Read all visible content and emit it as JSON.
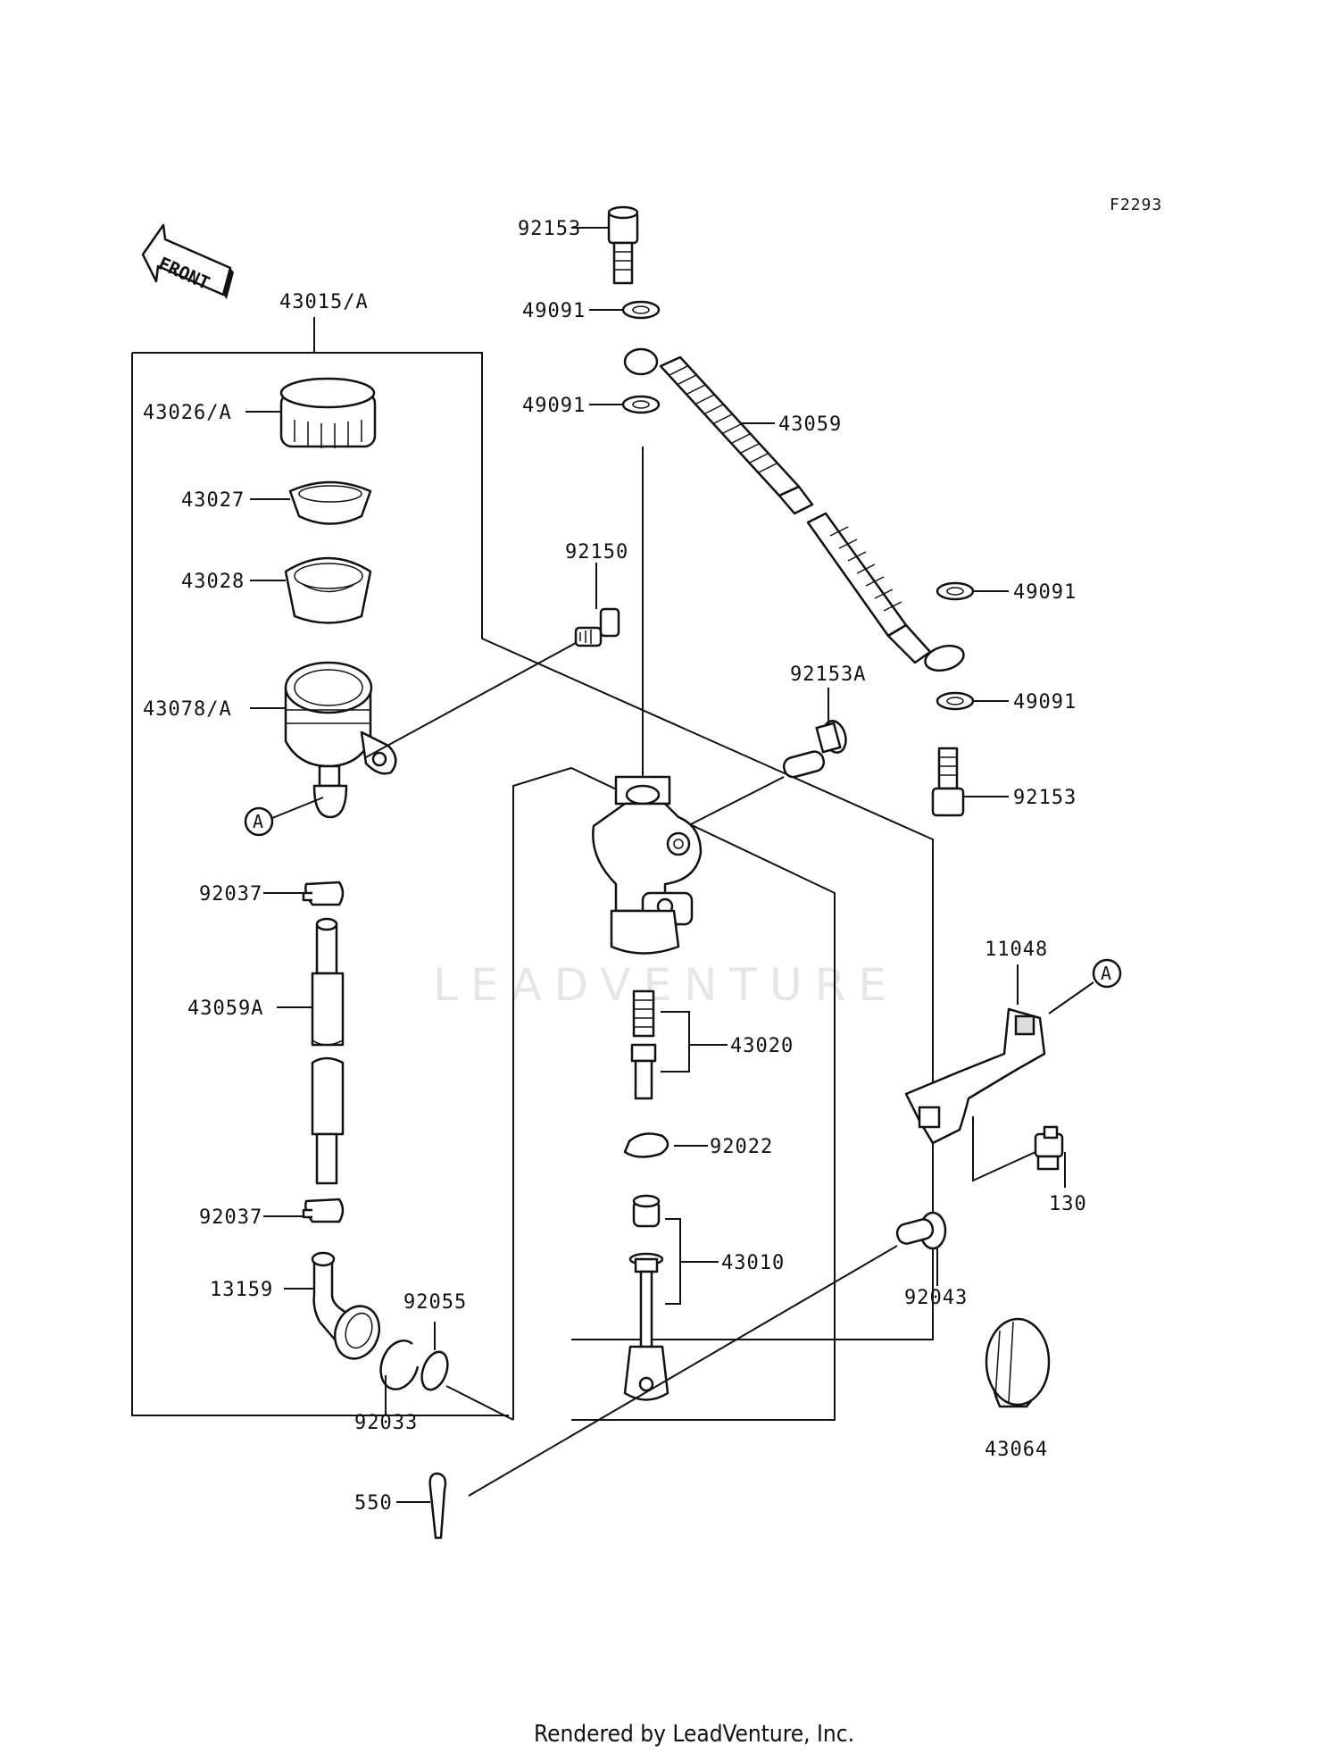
{
  "diagram_code": "F2293",
  "front_label": "FRONT",
  "watermark": "LEADVENTURE",
  "footer": "Rendered by LeadVenture, Inc.",
  "ref_marker": "A",
  "parts": {
    "p43015A": "43015/A",
    "p43026A": "43026/A",
    "p43027": "43027",
    "p43028": "43028",
    "p43078A": "43078/A",
    "p92037a": "92037",
    "p43059A": "43059A",
    "p92037b": "92037",
    "p13159": "13159",
    "p92055": "92055",
    "p92033": "92033",
    "p92153top": "92153",
    "p49091a": "49091",
    "p49091b": "49091",
    "p43059": "43059",
    "p92150": "92150",
    "p92153A": "92153A",
    "p49091c": "49091",
    "p49091d": "49091",
    "p92153right": "92153",
    "p11048": "11048",
    "p43020": "43020",
    "p92022": "92022",
    "p43010": "43010",
    "p130": "130",
    "p92043": "92043",
    "p43064": "43064",
    "p550": "550"
  }
}
